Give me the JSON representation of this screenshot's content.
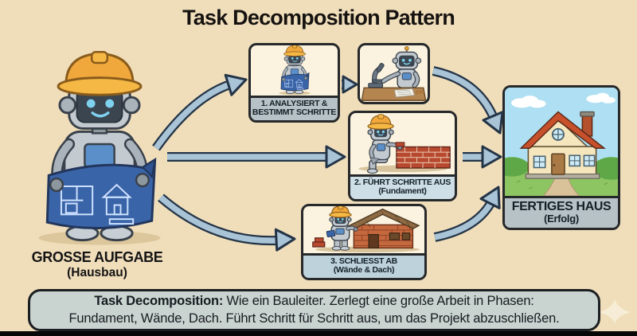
{
  "title": "Task Decomposition Pattern",
  "flow": {
    "source": {
      "name_line1": "GROSSE AUFGABE",
      "name_line2": "(Hausbau)",
      "icon": "robot-foreman-blueprint-icon"
    },
    "steps": [
      {
        "label_line1": "1. ANALYSIERT &",
        "label_line2": "BESTIMMT SCHRITTE",
        "icon": "robot-reading-blueprint-icon",
        "sub_icon": "robot-desk-microscope-icon"
      },
      {
        "label_line1": "2. FÜHRT SCHRITTE AUS",
        "label_line2": "(Fundament)",
        "icon": "robot-laying-bricks-icon"
      },
      {
        "label_line1": "3. SCHLIESST AB",
        "label_line2": "(Wände & Dach)",
        "icon": "robot-building-house-icon"
      }
    ],
    "result": {
      "label_line1": "FERTIGES HAUS",
      "label_line2": "(Erfolg)",
      "icon": "finished-house-icon"
    }
  },
  "footer": {
    "term": "Task Decomposition:",
    "line1_rest": " Wie ein Bauleiter. Zerlegt eine große Arbeit in Phasen:",
    "line2": "Fundament, Wände, Dach. Führt Schritt für Schritt aus, um das Projekt abzuschließen."
  },
  "icons": {
    "arrows": [
      "arrow-source-to-step1",
      "arrow-source-to-step2",
      "arrow-source-to-step3",
      "arrow-step1-to-analysis",
      "arrow-analysis-to-result",
      "arrow-step2-to-result",
      "arrow-step3-to-result"
    ],
    "overlay": "sparkle-transition-icon"
  },
  "colors": {
    "bg": "#f0debb",
    "boxfill": "#fbf3df",
    "border": "#26282a",
    "band-gray": "#b7c2c6",
    "band-blue": "#cddee6",
    "band-blue2": "#bdd2db",
    "footer-fill": "#c9d3d0",
    "arrow-fill": "#a9c4d6",
    "arrow-line": "#243447"
  }
}
